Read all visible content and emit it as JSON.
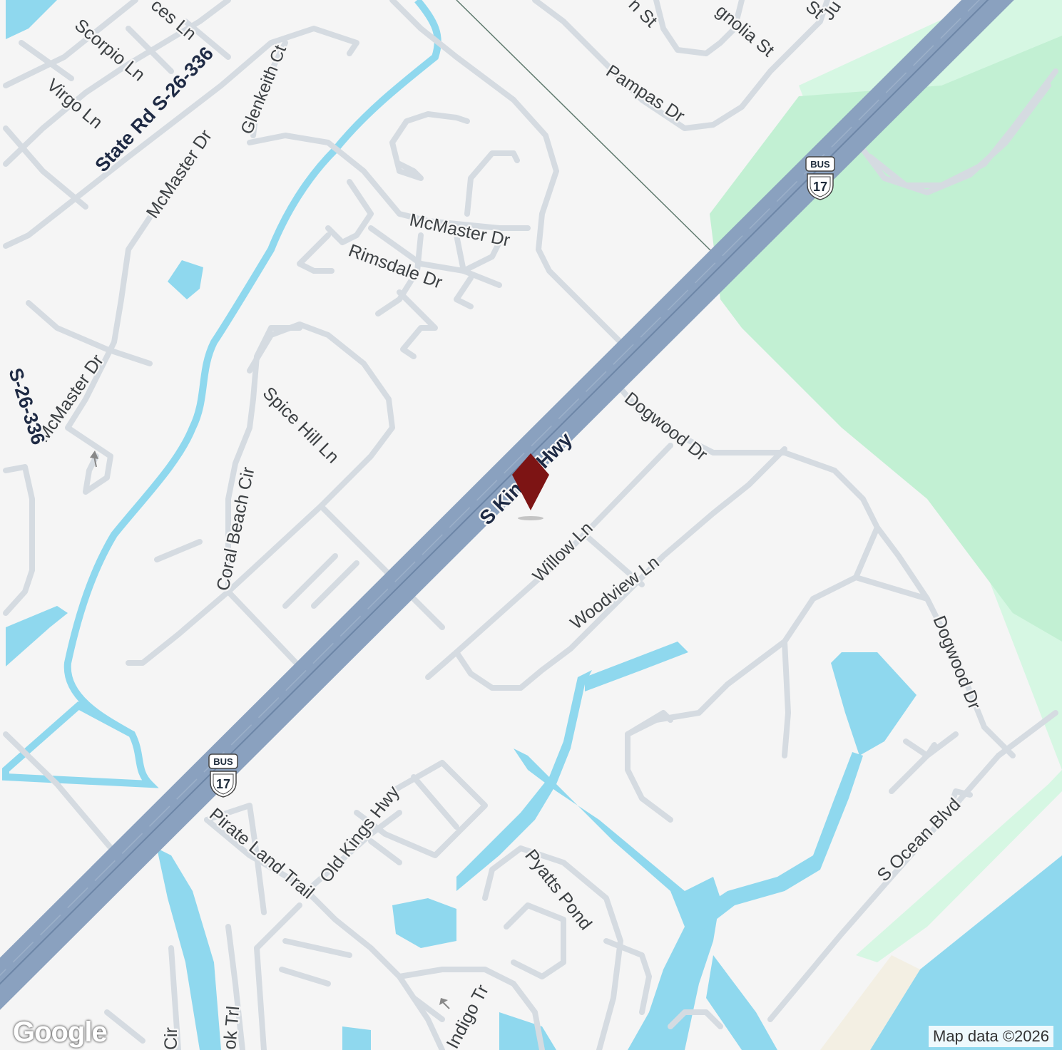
{
  "map": {
    "attribution": "Map data ©2026",
    "logo_text": "Google",
    "marker": {
      "color": "#7d1414"
    },
    "colors": {
      "land": "#f5f5f5",
      "road": "#d5dbe1",
      "water": "#8fd8ee",
      "park": "#c2f0d3",
      "park_light": "#d6f7e3",
      "highway": "#8aa1bf",
      "beach": "#f3efe3"
    },
    "shields": [
      {
        "top": "BUS",
        "number": "17"
      },
      {
        "top": "BUS",
        "number": "17"
      }
    ],
    "labels": {
      "s_kings_hwy": "S Kings Hwy",
      "mcmaster_dr_1": "McMaster Dr",
      "mcmaster_dr_2": "McMaster Dr",
      "mcmaster_dr_3": "McMaster Dr",
      "glenkeith_ct": "Glenkeith Ct",
      "state_rd": "State Rd S-26-336",
      "state_rd_partial": "S-26-336",
      "scorpio_ln": "Scorpio Ln",
      "virgo_ln": "Virgo Ln",
      "pisces_ln": "ces Ln",
      "pampas_dr": "Pampas Dr",
      "magnolia_st": "gnolia St",
      "n_st": "n St",
      "ju": "Ju",
      "st_partial": "St",
      "rimsdale_dr": "Rimsdale Dr",
      "spice_hill_ln": "Spice Hill Ln",
      "coral_beach_cir": "Coral Beach Cir",
      "dogwood_dr_1": "Dogwood Dr",
      "dogwood_dr_2": "Dogwood Dr",
      "willow_ln": "Willow Ln",
      "woodview_ln": "Woodview Ln",
      "pirate_land_trail": "Pirate Land Trail",
      "old_kings_hwy": "Old Kings Hwy",
      "pyatts_pond": "Pyatts Pond",
      "indigo_tr": "Indigo Tr",
      "s_ocean_blvd": "S Ocean Blvd",
      "ok_trl": "ok Trl",
      "cir": "Cir"
    }
  }
}
